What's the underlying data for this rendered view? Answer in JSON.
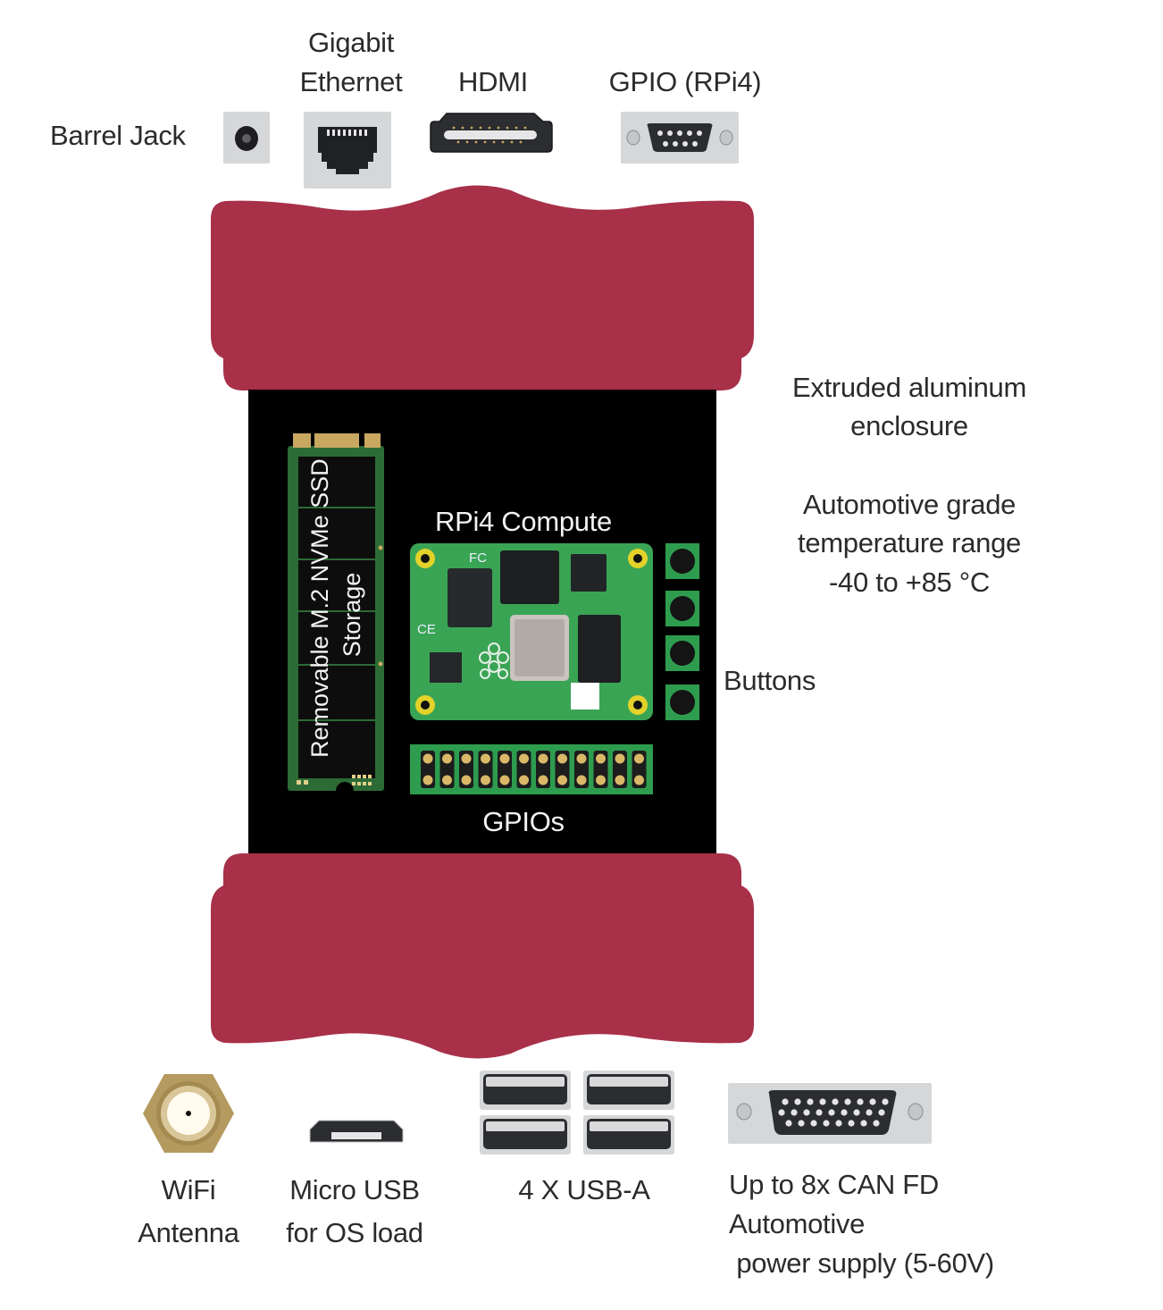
{
  "colors": {
    "enclosure": "#a83049",
    "panel": "#000000",
    "pcb_green": "#2e9c4e",
    "port_bg": "#d6d7d8",
    "port_dark": "#2b2d30",
    "gold": "#c8a860",
    "label_text": "#2b2b2b",
    "panel_text": "#f2f2f2"
  },
  "top_ports": {
    "barrel_jack": {
      "label": "Barrel Jack",
      "icon": "barrel-jack-icon"
    },
    "ethernet": {
      "label_line1": "Gigabit",
      "label_line2": "Ethernet",
      "icon": "rj45-icon"
    },
    "hdmi": {
      "label": "HDMI",
      "icon": "hdmi-icon"
    },
    "gpio_rpi4": {
      "label": "GPIO (RPi4)",
      "icon": "db9-icon"
    }
  },
  "panel": {
    "ssd_label_line1": "Removable M.2 NVMe SSD",
    "ssd_label_line2": "Storage",
    "compute_label": "RPi4 Compute",
    "gpios_label": "GPIOs",
    "gpio_pin_columns": 12,
    "button_count": 4
  },
  "side_notes": {
    "enclosure_line1": "Extruded aluminum",
    "enclosure_line2": "enclosure",
    "temp_line1": "Automotive grade",
    "temp_line2": "temperature range",
    "temp_line3": "-40 to +85 °C",
    "buttons": "Buttons"
  },
  "bottom_ports": {
    "wifi": {
      "label_line1": "WiFi",
      "label_line2": "Antenna",
      "icon": "sma-antenna-icon"
    },
    "micro_usb": {
      "label_line1": "Micro USB",
      "label_line2": "for OS load",
      "icon": "micro-usb-icon"
    },
    "usb_a": {
      "label": "4 X USB-A",
      "count": 4,
      "icon": "usb-a-icon"
    },
    "can": {
      "label_line1": "Up to 8x CAN FD",
      "label_line2": "Automotive",
      "label_line3": " power supply (5-60V)",
      "icon": "db26-icon"
    }
  }
}
